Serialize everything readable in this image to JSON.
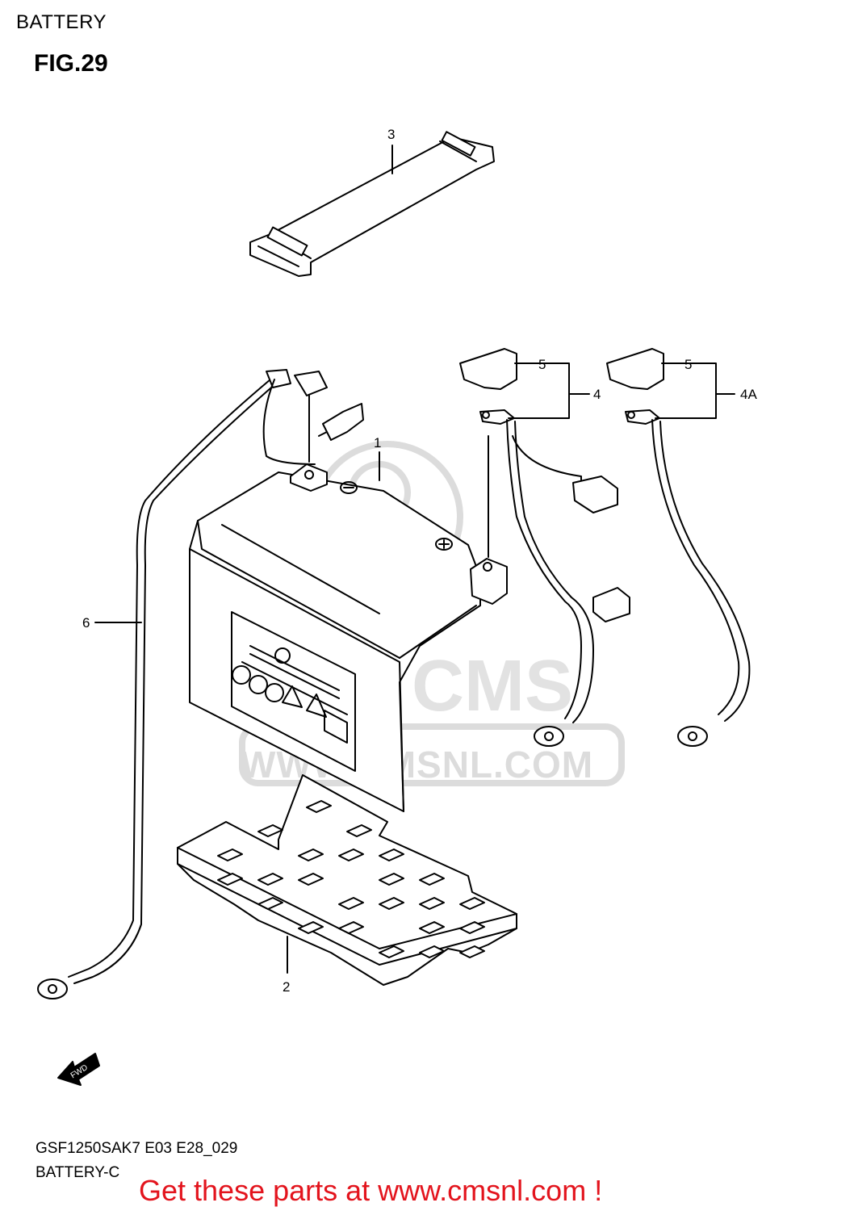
{
  "header": {
    "title": "BATTERY",
    "figure": "FIG.29"
  },
  "callouts": {
    "battery": "1",
    "tray": "2",
    "band": "3",
    "cable_plus": "4",
    "cable_minus": "4A",
    "cap_plus": "5",
    "cap_minus": "5",
    "ground_cable": "6"
  },
  "forward_marker": "FWD",
  "watermark": {
    "text": "WWW.CMSNL.COM",
    "brand": "CMS"
  },
  "footer": {
    "model_code": "GSF1250SAK7 E03 E28_029",
    "section": "BATTERY-C",
    "promo": "Get these parts at www.cmsnl.com !"
  },
  "colors": {
    "line": "#000000",
    "promo": "#e3141d",
    "watermark": "#dcdcdc"
  }
}
